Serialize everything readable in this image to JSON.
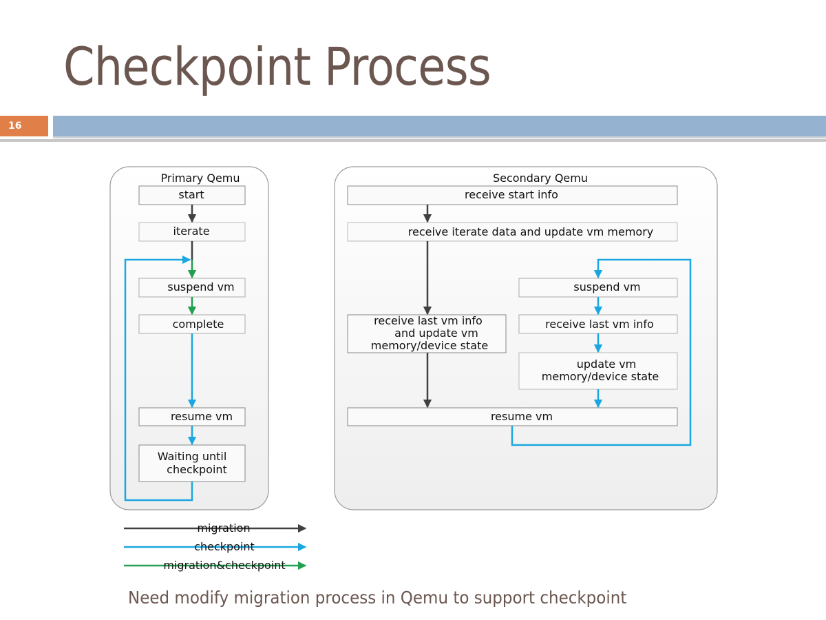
{
  "slide": {
    "title": "Checkpoint Process",
    "number": "16",
    "footer": "Need modify migration process in Qemu to support checkpoint"
  },
  "colors": {
    "title": "#6b5750",
    "slide_number_bg": "#e07f47",
    "top_bar": "#95b3d0",
    "migration": "#404040",
    "checkpoint": "#1aa7e0",
    "migration_checkpoint": "#20a050"
  },
  "primary": {
    "title": "Primary Qemu",
    "steps": {
      "start": "start",
      "iterate": "iterate",
      "suspend": "suspend vm",
      "complete": "complete",
      "resume": "resume vm",
      "waiting_1": "Waiting until",
      "waiting_2": "checkpoint"
    }
  },
  "secondary": {
    "title": "Secondary Qemu",
    "steps": {
      "receive_start": "receive start info",
      "receive_iterate": "receive iterate data and update vm memory",
      "suspend": "suspend vm",
      "receive_last_left_1": "receive last vm info",
      "receive_last_left_2": "and update vm",
      "receive_last_left_3": "memory/device state",
      "receive_last_right": "receive last vm info",
      "update_state_1": "update vm",
      "update_state_2": "memory/device state",
      "resume": "resume vm"
    }
  },
  "legend": {
    "items": [
      {
        "label": "migration",
        "type": "migration"
      },
      {
        "label": "checkpoint",
        "type": "checkpoint"
      },
      {
        "label": "migration&checkpoint",
        "type": "migration_checkpoint"
      }
    ]
  }
}
